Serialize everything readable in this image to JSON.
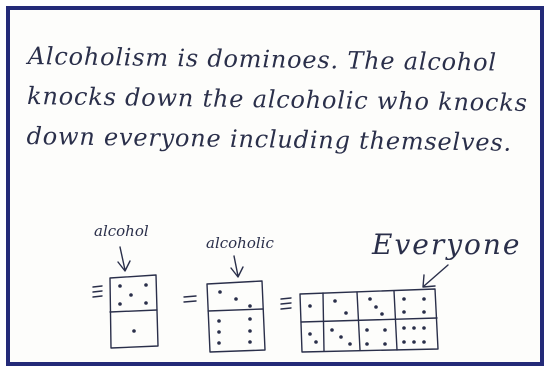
{
  "note": {
    "lines": [
      "Alcoholism is dominoes. The alcohol",
      "knocks down the alcoholic who knocks",
      "down everyone including themselves."
    ]
  },
  "labels": {
    "alcohol": "alcohol",
    "alcoholic": "alcoholic",
    "everyone": "Everyone"
  },
  "colors": {
    "border": "#232a78",
    "ink": "#2a2f4a"
  }
}
